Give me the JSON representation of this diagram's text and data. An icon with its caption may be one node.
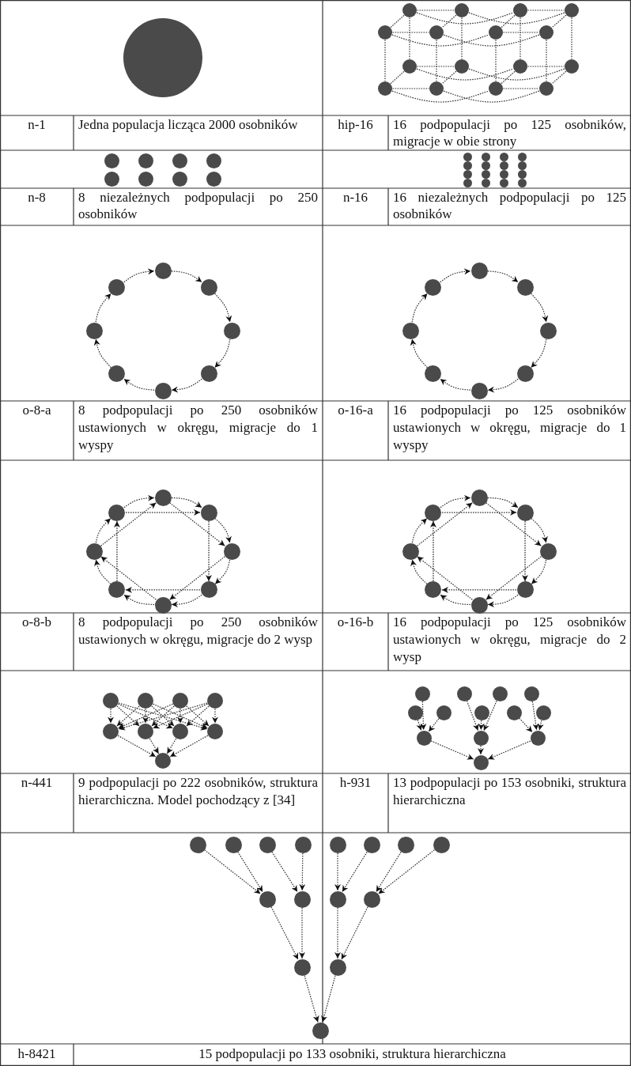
{
  "diagram": {
    "nodes": [
      {
        "text": [],
        "shape": "circle"
      },
      {
        "text": [],
        "shape": "circle"
      },
      {
        "text": [],
        "shape": "circle"
      },
      {
        "text": [],
        "shape": "circle"
      },
      {
        "text": [],
        "shape": "circle"
      },
      {
        "text": [],
        "shape": "circle"
      },
      {
        "text": [],
        "shape": "circle"
      },
      {
        "text": [],
        "shape": "circle"
      },
      {
        "text": [],
        "shape": "circle"
      },
      {
        "text": [],
        "shape": "circle"
      },
      {
        "text": [],
        "shape": "circle"
      },
      {
        "text": [],
        "shape": "circle"
      },
      {
        "text": [],
        "shape": "circle"
      },
      {
        "text": [],
        "shape": "circle"
      },
      {
        "text": [],
        "shape": "circle"
      },
      {
        "text": [],
        "shape": "circle"
      },
      {
        "text": [],
        "shape": "circle"
      },
      {
        "text": [],
        "shape": "circle"
      },
      {
        "text": [],
        "shape": "circle"
      },
      {
        "text": [],
        "shape": "circle"
      },
      {
        "text": [],
        "shape": "circle"
      },
      {
        "text": [],
        "shape": "circle"
      },
      {
        "text": [],
        "shape": "circle"
      },
      {
        "text": [],
        "shape": "circle"
      },
      {
        "text": [],
        "shape": "circle"
      },
      {
        "text": [],
        "shape": "circle"
      },
      {
        "text": [],
        "shape": "circle"
      },
      {
        "text": [],
        "shape": "circle"
      },
      {
        "text": [],
        "shape": "circle"
      },
      {
        "text": [],
        "shape": "circle"
      },
      {
        "text": [],
        "shape": "circle"
      },
      {
        "text": [],
        "shape": "circle"
      },
      {
        "text": [],
        "shape": "circle"
      },
      {
        "text": [],
        "shape": "circle"
      },
      {
        "text": [],
        "shape": "circle"
      },
      {
        "text": [],
        "shape": "circle"
      },
      {
        "text": [],
        "shape": "circle"
      },
      {
        "text": [],
        "shape": "circle"
      },
      {
        "text": [],
        "shape": "circle"
      },
      {
        "text": [],
        "shape": "circle"
      },
      {
        "text": [],
        "shape": "circle"
      },
      {
        "text": [],
        "shape": "circle"
      },
      {
        "text": [],
        "shape": "circle"
      },
      {
        "text": [],
        "shape": "circle"
      },
      {
        "text": [],
        "shape": "circle"
      },
      {
        "text": [],
        "shape": "circle"
      },
      {
        "text": [],
        "shape": "circle"
      },
      {
        "text": [],
        "shape": "circle"
      },
      {
        "text": [],
        "shape": "circle"
      },
      {
        "text": [],
        "shape": "circle"
      },
      {
        "text": [],
        "shape": "circle"
      },
      {
        "text": [],
        "shape": "circle"
      },
      {
        "text": [],
        "shape": "circle"
      },
      {
        "text": [],
        "shape": "circle"
      },
      {
        "text": [],
        "shape": "circle"
      },
      {
        "text": [],
        "shape": "circle"
      },
      {
        "text": [],
        "shape": "circle"
      },
      {
        "text": [],
        "shape": "circle"
      },
      {
        "text": [],
        "shape": "circle"
      },
      {
        "text": [],
        "shape": "circle"
      },
      {
        "text": [],
        "shape": "circle"
      },
      {
        "text": [],
        "shape": "circle"
      },
      {
        "text": [],
        "shape": "circle"
      },
      {
        "text": [],
        "shape": "circle"
      },
      {
        "text": [],
        "shape": "circle"
      },
      {
        "text": [],
        "shape": "circle"
      },
      {
        "text": [],
        "shape": "circle"
      },
      {
        "text": [],
        "shape": "circle"
      },
      {
        "text": [],
        "shape": "circle"
      },
      {
        "text": [],
        "shape": "circle"
      },
      {
        "text": [],
        "shape": "circle"
      },
      {
        "text": [],
        "shape": "circle"
      },
      {
        "text": [],
        "shape": "circle"
      },
      {
        "text": [],
        "shape": "circle"
      },
      {
        "text": [],
        "shape": "circle"
      },
      {
        "text": [],
        "shape": "circle"
      },
      {
        "text": [],
        "shape": "circle"
      },
      {
        "text": [],
        "shape": "circle"
      },
      {
        "text": [],
        "shape": "circle"
      },
      {
        "text": [],
        "shape": "circle"
      },
      {
        "text": [],
        "shape": "circle"
      },
      {
        "text": [],
        "shape": "circle"
      },
      {
        "text": [],
        "shape": "circle"
      },
      {
        "text": [],
        "shape": "circle"
      },
      {
        "text": [],
        "shape": "circle"
      },
      {
        "text": [],
        "shape": "circle"
      },
      {
        "text": [],
        "shape": "circle"
      },
      {
        "text": [],
        "shape": "circle"
      },
      {
        "text": [],
        "shape": "circle"
      },
      {
        "text": [],
        "shape": "circle"
      },
      {
        "text": [],
        "shape": "circle"
      },
      {
        "text": [],
        "shape": "circle"
      },
      {
        "text": [],
        "shape": "circle"
      },
      {
        "text": [],
        "shape": "circle"
      },
      {
        "text": [],
        "shape": "circle"
      },
      {
        "text": [],
        "shape": "circle"
      },
      {
        "text": [],
        "shape": "circle"
      },
      {
        "text": [],
        "shape": "circle"
      },
      {
        "text": [],
        "shape": "circle"
      },
      {
        "text": [],
        "shape": "circle"
      },
      {
        "text": [],
        "shape": "circle"
      },
      {
        "text": [],
        "shape": "circle"
      },
      {
        "text": [],
        "shape": "circle"
      },
      {
        "text": [],
        "shape": "circle"
      },
      {
        "text": [],
        "shape": "circle"
      },
      {
        "text": [],
        "shape": "circle"
      },
      {
        "text": [],
        "shape": "circle"
      },
      {
        "text": [],
        "shape": "circle"
      },
      {
        "text": [],
        "shape": "circle"
      },
      {
        "text": [],
        "shape": "circle"
      }
    ],
    "edges": [
      {
        "from": 1,
        "to": 2,
        "arrow": "none"
      },
      {
        "from": 3,
        "to": 4,
        "arrow": "none"
      },
      {
        "from": 1,
        "to": 3,
        "arrow": "none"
      },
      {
        "from": 2,
        "to": 4,
        "arrow": "none"
      },
      {
        "from": 5,
        "to": 6,
        "arrow": "none"
      },
      {
        "from": 7,
        "to": 8,
        "arrow": "none"
      },
      {
        "from": 5,
        "to": 7,
        "arrow": "none"
      },
      {
        "from": 6,
        "to": 8,
        "arrow": "none"
      },
      {
        "from": 9,
        "to": 10,
        "arrow": "none"
      },
      {
        "from": 11,
        "to": 12,
        "arrow": "none"
      },
      {
        "from": 9,
        "to": 11,
        "arrow": "none"
      },
      {
        "from": 10,
        "to": 12,
        "arrow": "none"
      },
      {
        "from": 13,
        "to": 14,
        "arrow": "none"
      },
      {
        "from": 15,
        "to": 16,
        "arrow": "none"
      },
      {
        "from": 13,
        "to": 15,
        "arrow": "none"
      },
      {
        "from": 14,
        "to": 16,
        "arrow": "none"
      },
      {
        "from": 1,
        "to": 5,
        "arrow": "none"
      },
      {
        "from": 2,
        "to": 6,
        "arrow": "none"
      },
      {
        "from": 3,
        "to": 7,
        "arrow": "none"
      },
      {
        "from": 4,
        "to": 8,
        "arrow": "none"
      },
      {
        "from": 9,
        "to": 13,
        "arrow": "none"
      },
      {
        "from": 10,
        "to": 14,
        "arrow": "none"
      },
      {
        "from": 11,
        "to": 15,
        "arrow": "none"
      },
      {
        "from": 12,
        "to": 16,
        "arrow": "none"
      },
      {
        "from": 1,
        "to": 9,
        "arrow": "none"
      },
      {
        "from": 2,
        "to": 10,
        "arrow": "none"
      },
      {
        "from": 3,
        "to": 11,
        "arrow": "none"
      },
      {
        "from": 4,
        "to": 12,
        "arrow": "none"
      },
      {
        "from": 5,
        "to": 13,
        "arrow": "none"
      },
      {
        "from": 6,
        "to": 14,
        "arrow": "none"
      },
      {
        "from": 7,
        "to": 15,
        "arrow": "none"
      },
      {
        "from": 8,
        "to": 16,
        "arrow": "none"
      },
      {
        "from": 41,
        "to": 42,
        "arrow": "to"
      },
      {
        "from": 42,
        "to": 43,
        "arrow": "to"
      },
      {
        "from": 43,
        "to": 44,
        "arrow": "to"
      },
      {
        "from": 44,
        "to": 45,
        "arrow": "to"
      },
      {
        "from": 45,
        "to": 46,
        "arrow": "to"
      },
      {
        "from": 46,
        "to": 47,
        "arrow": "to"
      },
      {
        "from": 47,
        "to": 48,
        "arrow": "to"
      },
      {
        "from": 48,
        "to": 41,
        "arrow": "to"
      },
      {
        "from": 49,
        "to": 50,
        "arrow": "to"
      },
      {
        "from": 50,
        "to": 51,
        "arrow": "to"
      },
      {
        "from": 51,
        "to": 52,
        "arrow": "to"
      },
      {
        "from": 52,
        "to": 53,
        "arrow": "to"
      },
      {
        "from": 53,
        "to": 54,
        "arrow": "to"
      },
      {
        "from": 54,
        "to": 55,
        "arrow": "to"
      },
      {
        "from": 55,
        "to": 56,
        "arrow": "to"
      },
      {
        "from": 56,
        "to": 49,
        "arrow": "to"
      },
      {
        "from": 57,
        "to": 58,
        "arrow": "to"
      },
      {
        "from": 58,
        "to": 59,
        "arrow": "to"
      },
      {
        "from": 59,
        "to": 60,
        "arrow": "to"
      },
      {
        "from": 60,
        "to": 61,
        "arrow": "to"
      },
      {
        "from": 61,
        "to": 62,
        "arrow": "to"
      },
      {
        "from": 62,
        "to": 63,
        "arrow": "to"
      },
      {
        "from": 63,
        "to": 64,
        "arrow": "to"
      },
      {
        "from": 64,
        "to": 57,
        "arrow": "to"
      },
      {
        "from": 57,
        "to": 59,
        "arrow": "to"
      },
      {
        "from": 58,
        "to": 60,
        "arrow": "to"
      },
      {
        "from": 59,
        "to": 61,
        "arrow": "to"
      },
      {
        "from": 60,
        "to": 62,
        "arrow": "to"
      },
      {
        "from": 61,
        "to": 63,
        "arrow": "to"
      },
      {
        "from": 62,
        "to": 64,
        "arrow": "to"
      },
      {
        "from": 63,
        "to": 57,
        "arrow": "to"
      },
      {
        "from": 64,
        "to": 58,
        "arrow": "to"
      },
      {
        "from": 65,
        "to": 66,
        "arrow": "to"
      },
      {
        "from": 66,
        "to": 67,
        "arrow": "to"
      },
      {
        "from": 67,
        "to": 68,
        "arrow": "to"
      },
      {
        "from": 68,
        "to": 69,
        "arrow": "to"
      },
      {
        "from": 69,
        "to": 70,
        "arrow": "to"
      },
      {
        "from": 70,
        "to": 71,
        "arrow": "to"
      },
      {
        "from": 71,
        "to": 72,
        "arrow": "to"
      },
      {
        "from": 72,
        "to": 65,
        "arrow": "to"
      },
      {
        "from": 65,
        "to": 67,
        "arrow": "to"
      },
      {
        "from": 66,
        "to": 68,
        "arrow": "to"
      },
      {
        "from": 67,
        "to": 69,
        "arrow": "to"
      },
      {
        "from": 68,
        "to": 70,
        "arrow": "to"
      },
      {
        "from": 69,
        "to": 71,
        "arrow": "to"
      },
      {
        "from": 70,
        "to": 72,
        "arrow": "to"
      },
      {
        "from": 71,
        "to": 65,
        "arrow": "to"
      },
      {
        "from": 72,
        "to": 66,
        "arrow": "to"
      },
      {
        "from": 73,
        "to": 77,
        "arrow": "to"
      },
      {
        "from": 73,
        "to": 78,
        "arrow": "to"
      },
      {
        "from": 73,
        "to": 79,
        "arrow": "to"
      },
      {
        "from": 73,
        "to": 80,
        "arrow": "to"
      },
      {
        "from": 74,
        "to": 77,
        "arrow": "to"
      },
      {
        "from": 74,
        "to": 78,
        "arrow": "to"
      },
      {
        "from": 74,
        "to": 79,
        "arrow": "to"
      },
      {
        "from": 74,
        "to": 80,
        "arrow": "to"
      },
      {
        "from": 75,
        "to": 77,
        "arrow": "to"
      },
      {
        "from": 75,
        "to": 78,
        "arrow": "to"
      },
      {
        "from": 75,
        "to": 79,
        "arrow": "to"
      },
      {
        "from": 75,
        "to": 80,
        "arrow": "to"
      },
      {
        "from": 76,
        "to": 77,
        "arrow": "to"
      },
      {
        "from": 76,
        "to": 78,
        "arrow": "to"
      },
      {
        "from": 76,
        "to": 79,
        "arrow": "to"
      },
      {
        "from": 76,
        "to": 80,
        "arrow": "to"
      },
      {
        "from": 77,
        "to": 81,
        "arrow": "to"
      },
      {
        "from": 78,
        "to": 81,
        "arrow": "to"
      },
      {
        "from": 79,
        "to": 81,
        "arrow": "to"
      },
      {
        "from": 80,
        "to": 81,
        "arrow": "to"
      },
      {
        "from": 82,
        "to": 91,
        "arrow": "to"
      },
      {
        "from": 83,
        "to": 91,
        "arrow": "to"
      },
      {
        "from": 84,
        "to": 91,
        "arrow": "to"
      },
      {
        "from": 85,
        "to": 92,
        "arrow": "to"
      },
      {
        "from": 86,
        "to": 92,
        "arrow": "to"
      },
      {
        "from": 87,
        "to": 92,
        "arrow": "to"
      },
      {
        "from": 88,
        "to": 93,
        "arrow": "to"
      },
      {
        "from": 89,
        "to": 93,
        "arrow": "to"
      },
      {
        "from": 90,
        "to": 93,
        "arrow": "to"
      },
      {
        "from": 91,
        "to": 94,
        "arrow": "to"
      },
      {
        "from": 92,
        "to": 94,
        "arrow": "to"
      },
      {
        "from": 93,
        "to": 94,
        "arrow": "to"
      },
      {
        "from": 95,
        "to": 103,
        "arrow": "to"
      },
      {
        "from": 96,
        "to": 103,
        "arrow": "to"
      },
      {
        "from": 97,
        "to": 104,
        "arrow": "to"
      },
      {
        "from": 98,
        "to": 104,
        "arrow": "to"
      },
      {
        "from": 99,
        "to": 105,
        "arrow": "to"
      },
      {
        "from": 100,
        "to": 105,
        "arrow": "to"
      },
      {
        "from": 101,
        "to": 106,
        "arrow": "to"
      },
      {
        "from": 102,
        "to": 106,
        "arrow": "to"
      },
      {
        "from": 103,
        "to": 107,
        "arrow": "to"
      },
      {
        "from": 104,
        "to": 107,
        "arrow": "to"
      },
      {
        "from": 105,
        "to": 108,
        "arrow": "to"
      },
      {
        "from": 106,
        "to": 108,
        "arrow": "to"
      },
      {
        "from": 107,
        "to": 109,
        "arrow": "to"
      },
      {
        "from": 108,
        "to": 109,
        "arrow": "to"
      }
    ],
    "labels": [
      "n-1",
      "Jedna populacja licząca 2000 osobników",
      "hip-16",
      "16 podpopulacji po 125 osobników, migracje w obie strony",
      "n-8",
      "8 niezależnych podpopulacji po 250 osobników",
      "n-16",
      "16 niezależnych podpopulacji po 125 osobników",
      "o-8-a",
      "8 podpopulacji po 250 osobników ustawionych w okręgu, migracje do 1 wyspy",
      "o-16-a",
      "16 podpopulacji po 125 osobników ustawionych w okręgu, migracje do 1 wyspy",
      "o-8-b",
      "8 podpopulacji po 250 osobników ustawionych w okręgu, migracje do 2 wysp",
      "o-16-b",
      "16 podpopulacji po 125 osobników ustawionych w okręgu, migracje do 2 wysp",
      "n-441",
      "9 podpopulacji po 222 osobników, struktura hierarchiczna. Model pochodzący z [34]",
      "h-931",
      "13 podpopulacji po 153 osobniki, struktura hierarchiczna",
      "h-8421",
      "15 podpopulacji po 133 osobniki, struktura hierarchiczna"
    ]
  }
}
